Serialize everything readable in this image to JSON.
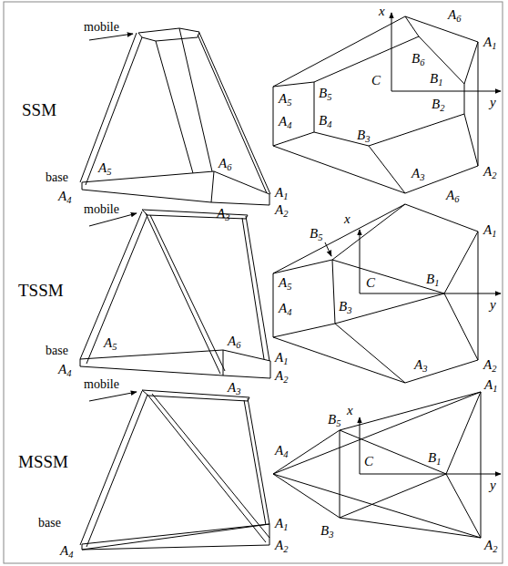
{
  "diagram": {
    "labels": [
      "mobile",
      "SSM",
      "A5",
      "base",
      "A4",
      "A6",
      "A1",
      "A3",
      "A2",
      "x",
      "A6",
      "A1",
      "B6",
      "A5",
      "B5",
      "B1",
      "C",
      "y",
      "A4",
      "B4",
      "B3",
      "B2",
      "A3",
      "A2",
      "mobile",
      "TSSM",
      "A5",
      "base",
      "A4",
      "A6",
      "A1",
      "A3",
      "A2",
      "x",
      "A6",
      "A1",
      "B5",
      "A5",
      "A4",
      "C",
      "B1",
      "y",
      "B3",
      "A3",
      "A2",
      "mobile",
      "MSSM",
      "base",
      "A4",
      "A1",
      "A2",
      "A1",
      "B5",
      "x",
      "A4",
      "C",
      "B1",
      "y",
      "B3",
      "A2"
    ]
  }
}
